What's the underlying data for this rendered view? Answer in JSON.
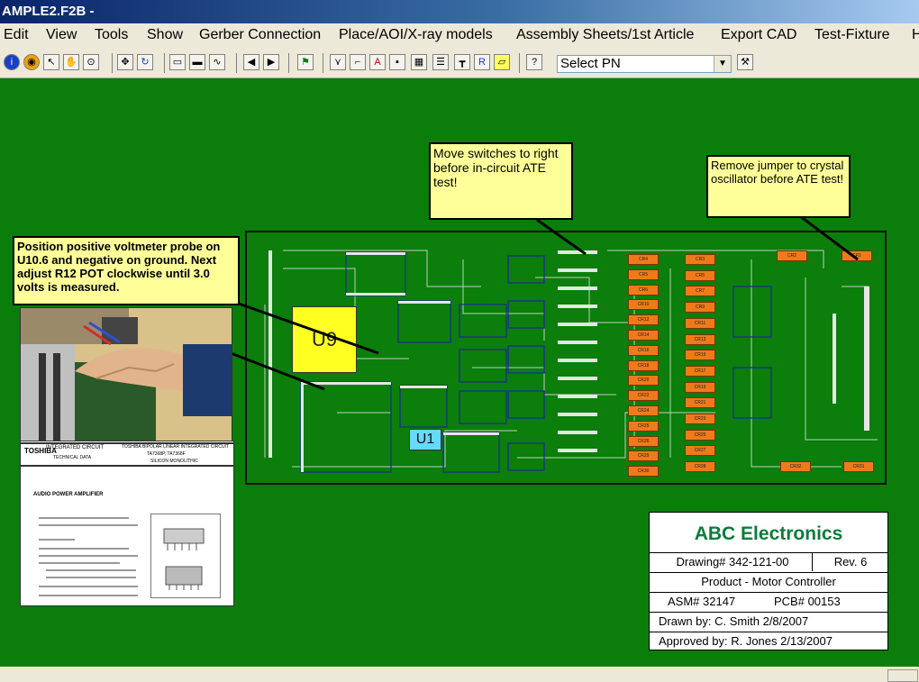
{
  "window": {
    "title": "AMPLE2.F2B -"
  },
  "menu": [
    "Edit",
    "View",
    "Tools",
    "Show",
    "Gerber Connection",
    "Place/AOI/X-ray models",
    "Assembly Sheets/1st Article",
    "Export CAD",
    "Test-Fixture",
    "H"
  ],
  "toolbar": {
    "select_pn": "Select PN",
    "icons": [
      "info-icon",
      "target-icon",
      "pointer-icon",
      "hand-icon",
      "select-icon",
      "move-icon",
      "refresh-icon",
      "component-icon",
      "component-bar-icon",
      "waveform-icon",
      "back-icon",
      "forward-icon",
      "flag-icon",
      "net-icon",
      "marker-icon",
      "pin-icon",
      "grid-icon",
      "list-icon",
      "probe-icon",
      "ref-icon",
      "note-icon",
      "help-icon",
      "hammer-icon"
    ]
  },
  "notes": {
    "voltmeter": "Position positive voltmeter probe on U10.6 and negative on ground. Next adjust R12 POT clockwise until 3.0 volts is measured.",
    "switches": "Move switches to right before in-circuit ATE test!",
    "jumper": "Remove jumper to crystal oscillator before ATE test!"
  },
  "board": {
    "u9": "U9",
    "u1": "U1",
    "resistors_a": [
      "CR4",
      "CR5",
      "CR6",
      "CR10",
      "CR12",
      "CR14",
      "CR16",
      "CR18",
      "CR20",
      "CR22",
      "CR24",
      "CR25",
      "CR26",
      "CR29",
      "CR30"
    ],
    "resistors_b": [
      "CR3",
      "CR5",
      "CR7",
      "CR9",
      "CR11",
      "CR13",
      "CR15",
      "CR17",
      "CR19",
      "CR21",
      "CR23",
      "CR25",
      "CR27",
      "CR28"
    ],
    "top_right_labels": [
      "CR2",
      "CR1"
    ],
    "bottom_right_labels": [
      "CR32",
      "CR31"
    ]
  },
  "datasheet": {
    "brand": "TOSHIBA",
    "header_left": "INTEGRATED  CIRCUIT",
    "header_sub": "TECHNICAL  DATA",
    "header_right": "TOSHIBA BIPOLAR LINEAR INTEGRATED CIRCUIT",
    "part": "TA7368P,  TA7368F",
    "part_sub": "SILICON MONOLITHIC",
    "title": "AUDIO POWER AMPLIFIER"
  },
  "titleblock": {
    "company": "ABC Electronics",
    "drawing": "Drawing# 342-121-00",
    "rev": "Rev. 6",
    "product": "Product - Motor Controller",
    "asm": "ASM# 32147",
    "pcb": "PCB# 00153",
    "drawn": "Drawn by: C. Smith  2/8/2007",
    "approved": "Approved by: R. Jones  2/13/2007"
  }
}
